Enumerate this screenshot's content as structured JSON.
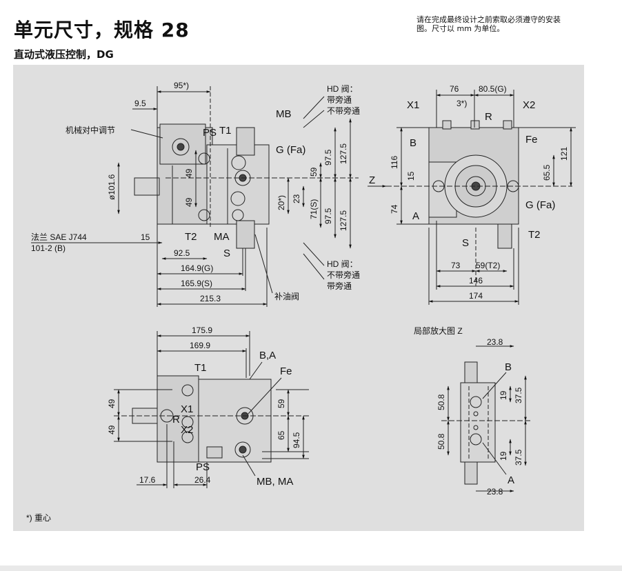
{
  "header": {
    "title": "单元尺寸，规格 28",
    "subtitle": "直动式液压控制，DG",
    "note_line1": "请在完成最终设计之前索取必须遵守的安装",
    "note_line2": "图。尺寸以 mm 为单位。"
  },
  "view1": {
    "dim_95": "95*)",
    "dim_9_5": "9.5",
    "dim_101_6": "ø101.6",
    "dim_15": "15",
    "dim_92_5": "92.5",
    "dim_164_9": "164.9(G)",
    "dim_165_9": "165.9(S)",
    "dim_215_3": "215.3",
    "dim_49a": "49",
    "dim_49b": "49",
    "dim_59": "59",
    "dim_97_5a": "97.5",
    "dim_127_5a": "127.5",
    "dim_20": "20*)",
    "dim_23": "23",
    "dim_71": "71(S)",
    "dim_97_5b": "97.5",
    "dim_127_5b": "127.5",
    "lbl_adjust": "机械对中调节",
    "lbl_flange1": "法兰 SAE J744",
    "lbl_flange2": "101-2 (B)",
    "lbl_hd_top": "HD 阀：",
    "lbl_hd_top_1": "带旁通",
    "lbl_hd_top_2": "不带旁通",
    "lbl_hd_bot": "HD 阀：",
    "lbl_hd_bot_1": "不带旁通",
    "lbl_hd_bot_2": "带旁通",
    "lbl_mb": "MB",
    "lbl_ps": "PS",
    "lbl_t1": "T1",
    "lbl_g": "G (Fa)",
    "lbl_t2": "T2",
    "lbl_ma": "MA",
    "lbl_s": "S",
    "lbl_boost": "补油阀"
  },
  "view2": {
    "dim_76": "76",
    "dim_80_5": "80.5(G)",
    "dim_3": "3*)",
    "dim_116": "116",
    "dim_15": "15",
    "dim_74": "74",
    "dim_65_5": "65.5",
    "dim_121": "121",
    "dim_73": "73",
    "dim_59": "59(T2)",
    "dim_146": "146",
    "dim_174": "174",
    "lbl_x1": "X1",
    "lbl_x2": "X2",
    "lbl_r": "R",
    "lbl_b": "B",
    "lbl_fe": "Fe",
    "lbl_z": "Z",
    "lbl_a": "A",
    "lbl_s": "S",
    "lbl_g": "G (Fa)",
    "lbl_t2": "T2"
  },
  "view3": {
    "dim_175_9": "175.9",
    "dim_169_9": "169.9",
    "dim_49a": "49",
    "dim_49b": "49",
    "dim_59": "59",
    "dim_65": "65",
    "dim_94_5": "94.5",
    "dim_17_6": "17.6",
    "dim_26_4": "26.4",
    "lbl_t1": "T1",
    "lbl_ba": "B,A",
    "lbl_fe": "Fe",
    "lbl_x1": "X1",
    "lbl_r": "R",
    "lbl_x2": "X2",
    "lbl_ps": "PS",
    "lbl_mbma": "MB, MA"
  },
  "view4": {
    "title": "局部放大图 Z",
    "dim_23_8a": "23.8",
    "dim_23_8b": "23.8",
    "dim_50_8a": "50.8",
    "dim_50_8b": "50.8",
    "dim_19a": "19",
    "dim_19b": "19",
    "dim_37_5a": "37.5",
    "dim_37_5b": "37.5",
    "lbl_b": "B",
    "lbl_a": "A"
  },
  "footnote": "*) 重心"
}
